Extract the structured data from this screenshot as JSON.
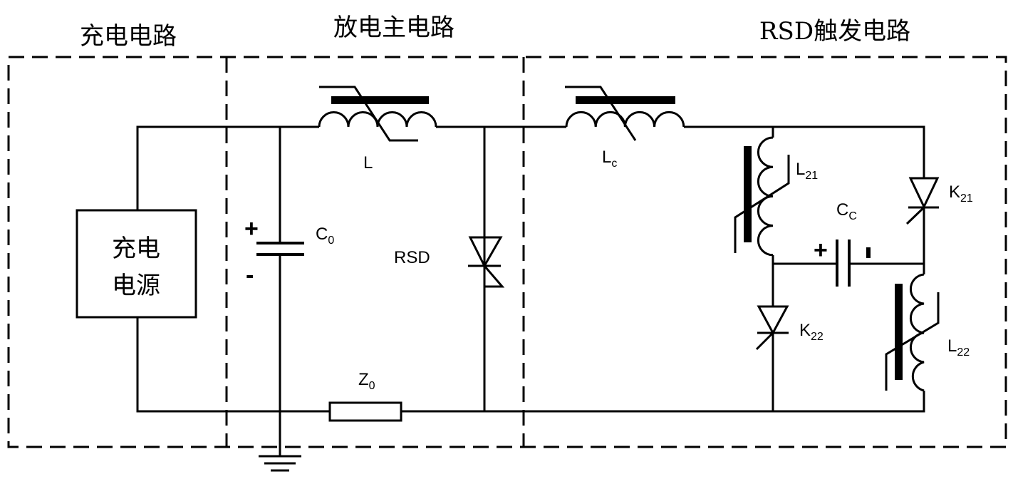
{
  "sections": {
    "charging": "充电电路",
    "discharge": "放电主电路",
    "trigger": "RSD触发电路"
  },
  "source": {
    "line1": "充电",
    "line2": "电源"
  },
  "components": {
    "L": "L",
    "C0": {
      "main": "C",
      "sub": "0"
    },
    "RSD": "RSD",
    "Z0": {
      "main": "Z",
      "sub": "0"
    },
    "Lc": {
      "main": "L",
      "sub": "c"
    },
    "L21": {
      "main": "L",
      "sub": "21"
    },
    "L22": {
      "main": "L",
      "sub": "22"
    },
    "K21": {
      "main": "K",
      "sub": "21"
    },
    "K22": {
      "main": "K",
      "sub": "22"
    },
    "Cc": {
      "main": "C",
      "sub": "C"
    }
  },
  "polarity": {
    "plus": "+",
    "minus": "-"
  }
}
